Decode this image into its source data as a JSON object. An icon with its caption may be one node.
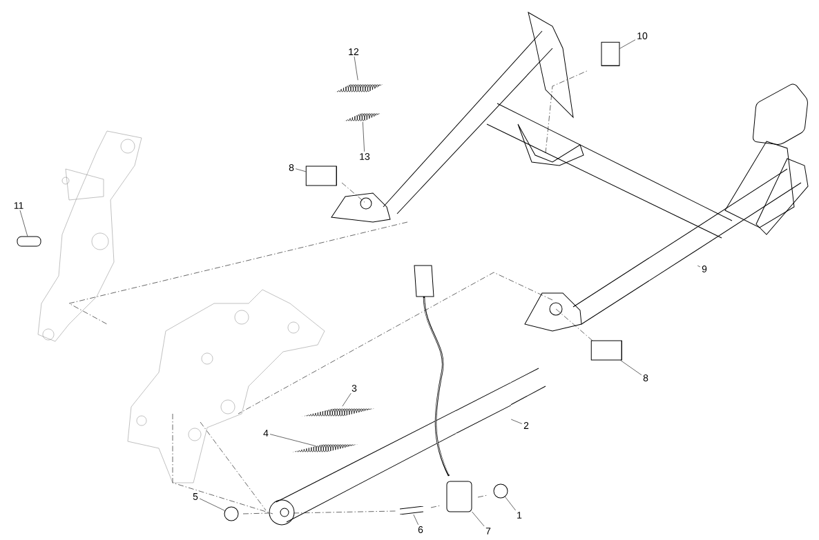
{
  "diagram": {
    "nodes": [
      {
        "text": [
          "12"
        ]
      },
      {
        "text": [
          "13"
        ]
      },
      {
        "text": [
          "10"
        ]
      },
      {
        "text": [
          "8"
        ]
      },
      {
        "text": [
          "11"
        ]
      },
      {
        "text": [
          "9"
        ]
      },
      {
        "text": [
          "8"
        ]
      },
      {
        "text": [
          "3"
        ]
      },
      {
        "text": [
          "2"
        ]
      },
      {
        "text": [
          "4"
        ]
      },
      {
        "text": [
          "5"
        ]
      },
      {
        "text": [
          "6"
        ]
      },
      {
        "text": [
          "7"
        ]
      },
      {
        "text": [
          "1"
        ]
      },
      {
        "text": [],
        "shape": "picture"
      },
      {
        "text": [],
        "shape": "picture"
      },
      {
        "text": [],
        "shape": "cylinder"
      },
      {
        "text": [],
        "shape": "cylinder"
      },
      {
        "text": [],
        "shape": "bar"
      },
      {
        "text": [],
        "shape": "bar"
      },
      {
        "text": [],
        "shape": "cylinder"
      },
      {
        "text": [],
        "shape": "picture"
      },
      {
        "text": [],
        "shape": "bar"
      },
      {
        "text": [],
        "shape": "picture"
      },
      {
        "text": [],
        "shape": "circle"
      },
      {
        "text": [],
        "shape": "bar"
      },
      {
        "text": [],
        "shape": "box"
      },
      {
        "text": [],
        "shape": "circle"
      }
    ],
    "edges": [
      {
        "from": 0,
        "to": 14,
        "arrow": "none"
      },
      {
        "from": 1,
        "to": 15,
        "arrow": "none"
      },
      {
        "from": 2,
        "to": 16,
        "arrow": "none"
      },
      {
        "from": 3,
        "to": 17,
        "arrow": "none"
      },
      {
        "from": 4,
        "to": 18,
        "arrow": "none"
      },
      {
        "from": 5,
        "to": 19,
        "arrow": "none"
      },
      {
        "from": 6,
        "to": 20,
        "arrow": "none"
      },
      {
        "from": 7,
        "to": 21,
        "arrow": "none"
      },
      {
        "from": 8,
        "to": 22,
        "arrow": "none"
      },
      {
        "from": 9,
        "to": 23,
        "arrow": "none"
      },
      {
        "from": 10,
        "to": 24,
        "arrow": "none"
      },
      {
        "from": 11,
        "to": 25,
        "arrow": "none"
      },
      {
        "from": 12,
        "to": 26,
        "arrow": "none"
      },
      {
        "from": 13,
        "to": 27,
        "arrow": "none"
      }
    ]
  }
}
